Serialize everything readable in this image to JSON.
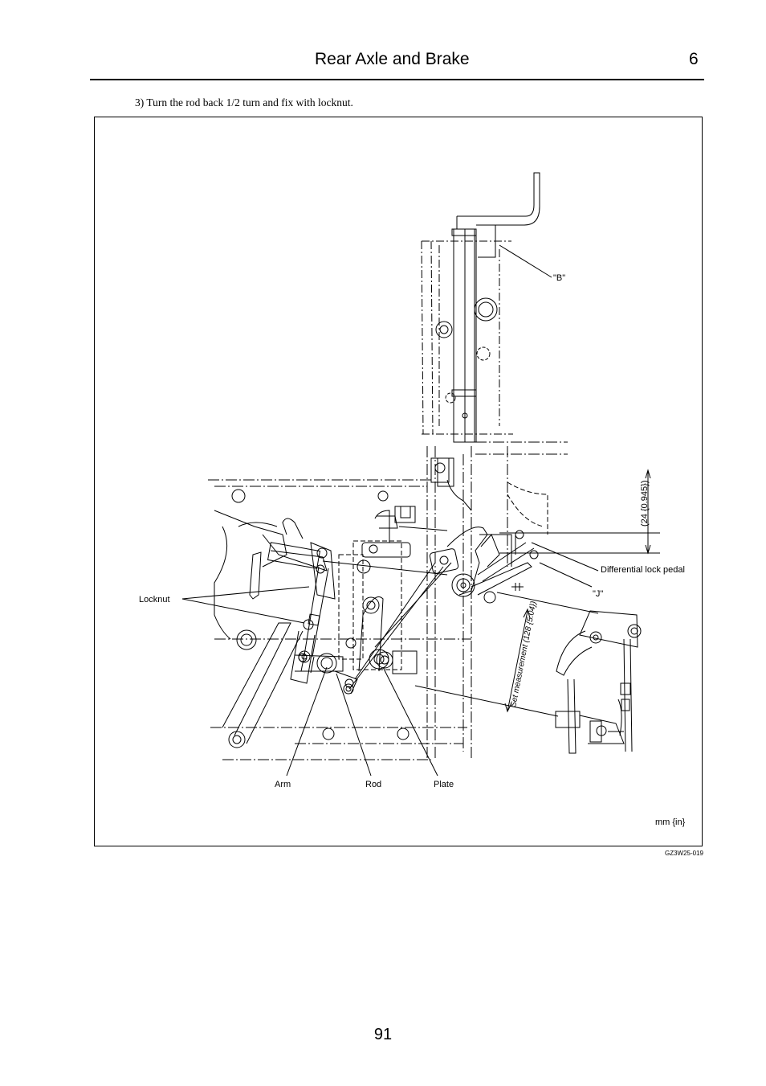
{
  "header": {
    "title": "Rear Axle and Brake",
    "chapter": "6"
  },
  "step": {
    "text": "3)  Turn the rod back 1/2 turn and fix with locknut."
  },
  "figure": {
    "labels": {
      "b": "\"B\"",
      "dimension": "(24 {0.945})",
      "diff_lock_pedal": "Differential lock pedal",
      "j": "\"J\"",
      "locknut": "Locknut",
      "set_measurement": "Set measurement (128 {5.04})",
      "arm": "Arm",
      "rod": "Rod",
      "plate": "Plate",
      "units": "mm {in}"
    },
    "code": "GZ3W25-019"
  },
  "footer": {
    "page_number": "91"
  }
}
